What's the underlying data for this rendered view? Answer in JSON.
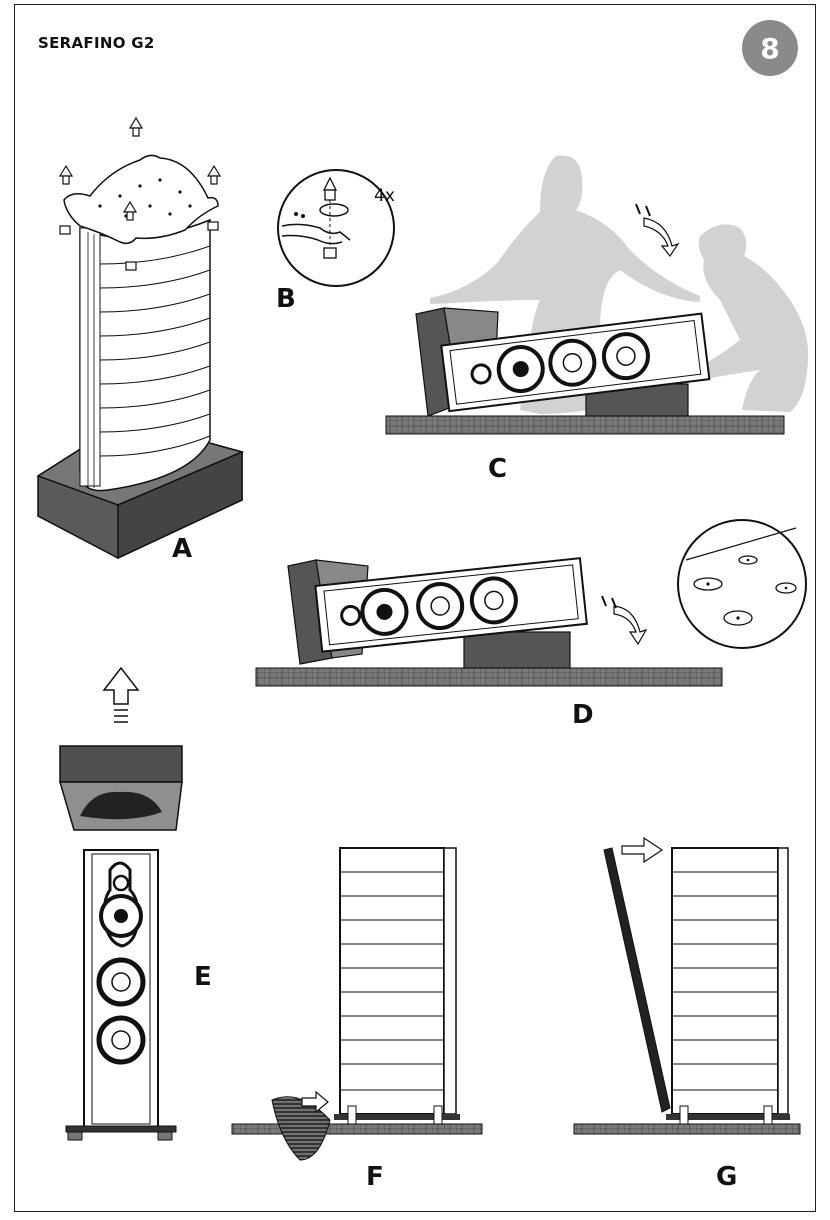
{
  "header": {
    "title": "SERAFINO G2",
    "page_number": "8"
  },
  "steps": {
    "a": "A",
    "b": "B",
    "c": "C",
    "d": "D",
    "e": "E",
    "f": "F",
    "g": "G"
  },
  "detail_b": {
    "count": "4x"
  },
  "colors": {
    "frame": "#222222",
    "badge": "#8a8a8a",
    "box": "#555555",
    "silhouette": "#cfcfcf",
    "floor": "#6e6e6e"
  }
}
